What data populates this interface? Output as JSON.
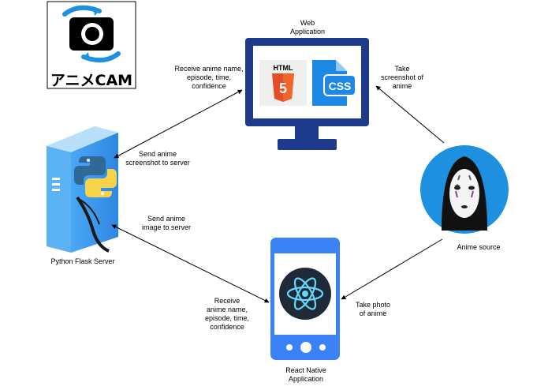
{
  "logo": {
    "text": "アニメCAM"
  },
  "nodes": {
    "web_app": {
      "label": "Web\nApplication",
      "badges": [
        "HTML",
        "5",
        "CSS"
      ]
    },
    "flask": {
      "label": "Python Flask Server"
    },
    "react": {
      "label": "React Native\nApplication"
    },
    "source": {
      "label": "Anime source"
    }
  },
  "edges": {
    "web_to_flask": {
      "label": "Receive anime name,\nepisode, time,\nconfidence"
    },
    "flask_to_web": {
      "label": "Send anime\nscreenshot to server"
    },
    "source_to_web": {
      "label": "Take\nscreenshot of\nanime"
    },
    "react_to_flask": {
      "label": "Send anime\nimage to server"
    },
    "flask_to_react": {
      "label": "Receive\nanime name,\nepisode, time,\nconfidence"
    },
    "source_to_react": {
      "label": "Take photo\nof anime"
    }
  },
  "colors": {
    "monitor": "#1e3a8a",
    "html5_orange": "#e44d26",
    "css_blue": "#1e88e5",
    "phone": "#3b82f6",
    "react_cyan": "#61dafb",
    "server_blue": "#3b9bf0",
    "python_blue": "#306998",
    "python_yellow": "#f7d34a",
    "noface_circle": "#1e90e0"
  }
}
